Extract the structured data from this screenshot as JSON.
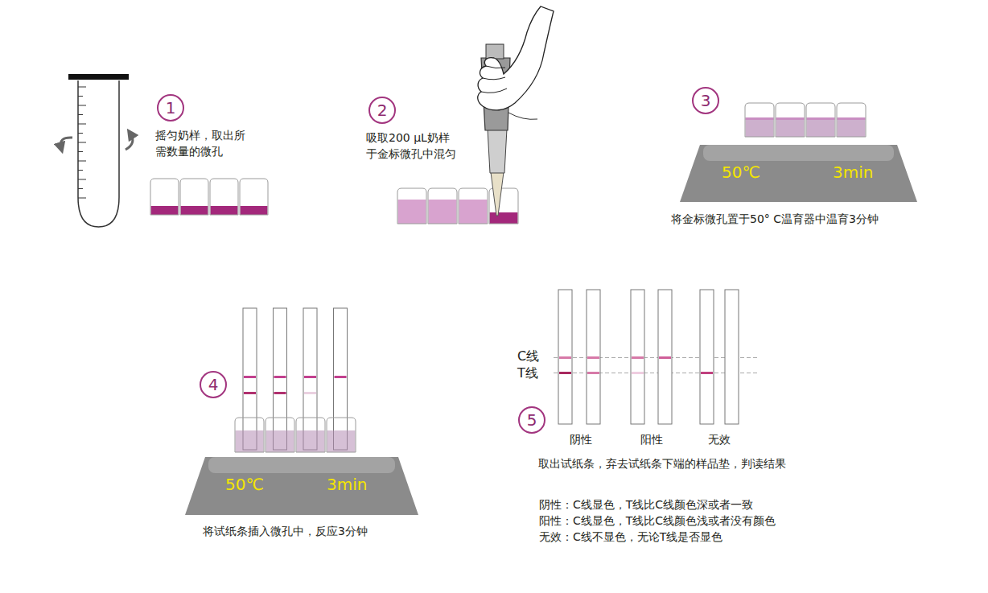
{
  "diagram": {
    "nodes": [
      {
        "text": [
          "1"
        ]
      },
      {
        "text": [
          "2"
        ]
      },
      {
        "text": [
          "3"
        ]
      },
      {
        "text": [
          "4"
        ]
      },
      {
        "text": [
          "5"
        ]
      },
      {
        "text": [
          "50℃",
          "3min"
        ]
      },
      {
        "text": [
          "50℃",
          "3min"
        ]
      }
    ],
    "labels": [
      "摇匀奶样，取出所 需数量的微孔",
      "吸取200 μL奶样 于金标微孔中混匀",
      "将金标微孔置于50° C温育器中温育3分钟",
      "将试纸条插入微孔中，反应3分钟",
      "C线",
      "T线",
      "阴性",
      "阳性",
      "无效",
      "取出试纸条，弃去试纸条下端的样品垫，判读结果",
      "阴性：C线显色，T线比C线颜色深或者一致",
      "阳性：C线显色，T线比C线颜色浅或者没有颜色",
      "无效：C线不显色，无论T线是否显色"
    ]
  }
}
